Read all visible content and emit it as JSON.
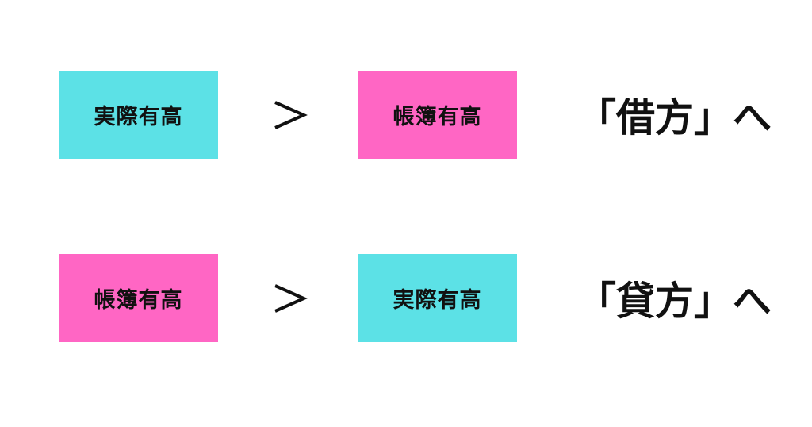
{
  "colors": {
    "cyan_box": "#5ce1e6",
    "pink_box": "#ff66c4",
    "text": "#111111"
  },
  "rows": [
    {
      "left_label": "実際有高",
      "left_color": "#5ce1e6",
      "operator": ">",
      "right_label": "帳簿有高",
      "right_color": "#ff66c4",
      "result": "「借方」へ"
    },
    {
      "left_label": "帳簿有高",
      "left_color": "#ff66c4",
      "operator": ">",
      "right_label": "実際有高",
      "right_color": "#5ce1e6",
      "result": "「貸方」へ"
    }
  ]
}
